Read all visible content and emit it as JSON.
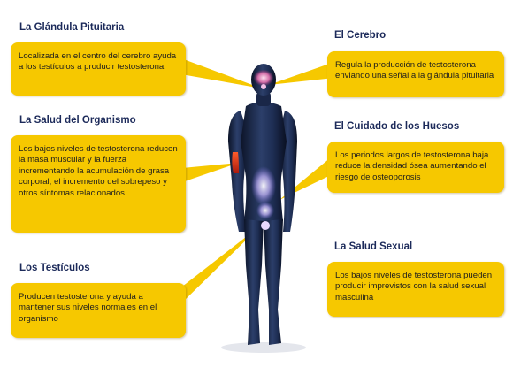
{
  "colors": {
    "callout": "#f6c800",
    "heading": "#1c2a5a",
    "body_figure": "#1b2a4e"
  },
  "panels": {
    "pituitary": {
      "title": "La Glándula Pituitaria",
      "text": "Localizada en el centro del cerebro ayuda a los testículos a producir testosterona"
    },
    "organism": {
      "title": "La Salud del Organismo",
      "text": "Los bajos niveles de testosterona reducen la masa muscular y la fuerza incrementando la acumulación de grasa corporal, el incremento del sobrepeso y otros síntomas relacionados"
    },
    "testicles": {
      "title": "Los Testículos",
      "text": "Producen testosterona y ayuda a mantener sus niveles normales en el organismo"
    },
    "brain": {
      "title": "El Cerebro",
      "text": "Regula la producción de testosterona enviando una señal a la glándula pituitaria"
    },
    "bones": {
      "title": "El Cuidado de los Huesos",
      "text": "Los periodos largos de testosterona baja reduce la densidad ósea aumentando el riesgo de osteoporosis"
    },
    "sexual": {
      "title": "La Salud Sexual",
      "text": "Los bajos niveles de testosterona pueden producir imprevistos con la salud sexual masculina"
    }
  }
}
